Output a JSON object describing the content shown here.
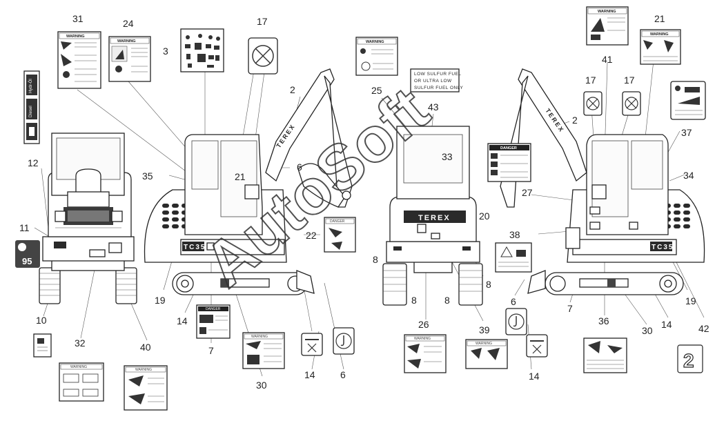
{
  "watermark": "AutoSoft",
  "numbers": {
    "n2a": "2",
    "n2b": "2",
    "n3": "3",
    "n6a": "6",
    "n6b": "6",
    "n6c": "6",
    "n7a": "7",
    "n7b": "7",
    "n8a": "8",
    "n8b": "8",
    "n8c": "8",
    "n8d": "8",
    "n10": "10",
    "n11": "11",
    "n12": "12",
    "n14a": "14",
    "n14b": "14",
    "n14c": "14",
    "n14d": "14",
    "n17a": "17",
    "n17b": "17",
    "n17c": "17",
    "n19a": "19",
    "n19b": "19",
    "n20": "20",
    "n21a": "21",
    "n21b": "21",
    "n22": "22",
    "n24": "24",
    "n25": "25",
    "n26": "26",
    "n27": "27",
    "n30a": "30",
    "n30b": "30",
    "n31": "31",
    "n32": "32",
    "n33": "33",
    "n34": "34",
    "n35": "35",
    "n36": "36",
    "n37": "37",
    "n38": "38",
    "n39": "39",
    "n40": "40",
    "n41": "41",
    "n42": "42",
    "n43": "43"
  },
  "decals": {
    "warning": "WARNING",
    "danger": "DANGER",
    "fuel_line1": "LOW SULFUR FUEL",
    "fuel_line2": "OR ULTRA LOW",
    "fuel_line3": "SULFUR FUEL ONLY",
    "brand": "TEREX",
    "model_left": "TC35",
    "model_right": "TC35",
    "diesel": "Diesel",
    "hydraulic": "Hydr-Öl",
    "decal_11_value": "95",
    "decal_42_value": "2"
  }
}
